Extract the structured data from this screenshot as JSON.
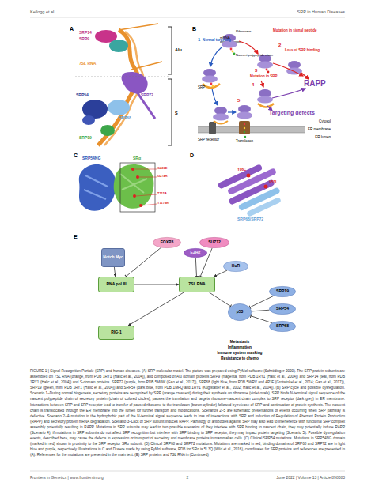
{
  "diagram": {
    "caption": "FIGURE 1 | Signal Recognition Particle (SRP) and human diseases. (A) SRP molecular model. The picture was prepared using PyMol software (Schrödinger 2020). The SRP protein subunits are assembled on 7SL RNA (orange, from PDB 1RY1 (Halic et al., 2004)), and composed of Alu domain proteins SRP9 (magenta, from PDB 1RY1 (Halic et al., 2004)) and SRP14 (teal, from PDB 1RY1 (Halic et al., 2004)) and S-domain proteins. SRP72 (purple, from PDB 5M8W (Gao et al., 2017)), SRP68 (light blue, from PDB 5WRV and 4P3F (Grotwinkel et al., 2014; Gao et al., 2017)), SRP19 (green, from PDB 1RY1 (Halic et al., 2004)) and SRP54 (dark blue, from PDB 1MFQ and 1RY1 (Kuglstatter et al., 2002; Halic et al., 2004)). (B) SRP cycle and possible dysregulation. Scenario 1–During normal biogenesis, secretory proteins are recognized by SRP (orange crescent) during their synthesis on ribosome (violet ovals). SRP binds N-terminal signal sequence of the nascent polypeptide chain of secretory protein (chain of colored circles), pauses the translation and targets ribosome-nascent chain complex to SRP receptor (dark grey) in ER membrane. Interactions between SRP and SRP receptor lead to transfer of paused ribosome to the translocon (brown cylinder) followed by release of SRP and continuation of protein synthesis. The nascent chain is translocated through the ER membrane into the lumen for further transport and modifications. Scenarios 2–5 are schematic presentations of events occurring when SRP pathway is defective. Scenario 2–A mutation in the hydrophobic part of the N-terminal signal sequence leads to loss of interactions with SRP and induction of Regulation of Aberrant Protein Production (RAPP) and secretory protein mRNA degradation. Scenario 3–Lack of SRP subunit induces RAPP. Pathology of antibodies against SRP may also lead to interference with functional SRP complex assembly potentially resulting in RAPP. Mutations in SRP subunits may lead to two possible scenarios of they interfere with SRP binding to nascent chain, they may potentially induce RAPP (Scenario 4); if mutations in SRP subunits do not affect SRP recognition but interfere with SRP binding to SRP receptor, they may impact protein targeting (Scenario 5). Possible dysregulation events, described here, may cause the defects in expression or transport of secretory and membrane proteins in mammalian cells. (C) Clinical SRP54 mutations. Mutations in SRP54NG domain (marked in red) shown in proximity to the SRP receptor SRα subunit. (D) Clinical SRP68 and SRP72 mutations. Mutations are marked in red, binding domains of SRP68 and SRP72 are in light blue and purple, respectively. Illustrations in C and D were made by using PyMol software, PDB for SRα is 5L3Q (Wild et al., 2016), coordinates for SRP proteins and references are presented in (A). References for the mutations are presented in the main text. (E) SRP proteins and 7SL RNA in (Continued)",
    "nodes": [
      {
        "text": [
          "Notch Myc"
        ]
      },
      {
        "text": [
          "FOXP3"
        ]
      },
      {
        "text": [
          "SUZ12"
        ]
      },
      {
        "text": [
          "EZH2"
        ]
      },
      {
        "text": [
          "RNA pol III"
        ]
      },
      {
        "text": [
          "7SL RNA"
        ]
      },
      {
        "text": [
          "HuR"
        ]
      },
      {
        "text": [
          "SRP19"
        ]
      },
      {
        "text": [
          "SRP54"
        ]
      },
      {
        "text": [
          "SRP68"
        ]
      },
      {
        "text": [
          "p53"
        ]
      },
      {
        "text": [
          "RIG-1"
        ]
      }
    ],
    "edges": [
      {
        "from": 0,
        "to": 4,
        "arrow": "to"
      },
      {
        "from": 1,
        "to": 4,
        "arrow": "to"
      },
      {
        "from": 2,
        "to": 5,
        "arrow": "to"
      },
      {
        "from": 3,
        "to": 5,
        "arrow": "to"
      },
      {
        "from": 4,
        "to": 5,
        "arrow": "to"
      },
      {
        "from": 6,
        "to": 5,
        "arrow": "to"
      },
      {
        "from": 5,
        "to": 10,
        "arrow": "to"
      },
      {
        "from": 7,
        "to": 10,
        "arrow": "to"
      },
      {
        "from": 8,
        "to": 10,
        "arrow": "to"
      },
      {
        "from": 9,
        "to": 10,
        "arrow": "to"
      },
      {
        "from": 5,
        "to": 11,
        "arrow": "to"
      }
    ],
    "labels": [
      "Kellogg et al.",
      "SRP in Human Diseases",
      "A",
      "SRP14",
      "SRP9",
      "7SL RNA",
      "SRP72",
      "Alu",
      "SRP54",
      "SRP68",
      "SRP19",
      "S",
      "B",
      "Ribosome",
      "mRNA",
      "Mutation in signal peptide",
      "1",
      "Normal targeting",
      "2",
      "Loss of SRP binding",
      "Nascent polypeptide chain",
      "SRP",
      "3",
      "Mutation in SRP",
      "4",
      "5",
      "RAPP",
      "Targeting defects",
      "Cytosol",
      "ER membrane",
      "ER lumen",
      "SRP receptor",
      "Translocon",
      "C",
      "SRP54NG",
      "SRα",
      "G226E",
      "G274R",
      "T115A",
      "T117del",
      "D",
      "Y86C",
      "V53I",
      "SRP68/SRP72",
      "E",
      "Metastasis",
      "Inflammation",
      "Immune system masking",
      "Resistance to chemo",
      "Frontiers in Genetics | www.frontiersin.org",
      "2",
      "June 2022 | Volume 13 | Article 898083"
    ]
  }
}
